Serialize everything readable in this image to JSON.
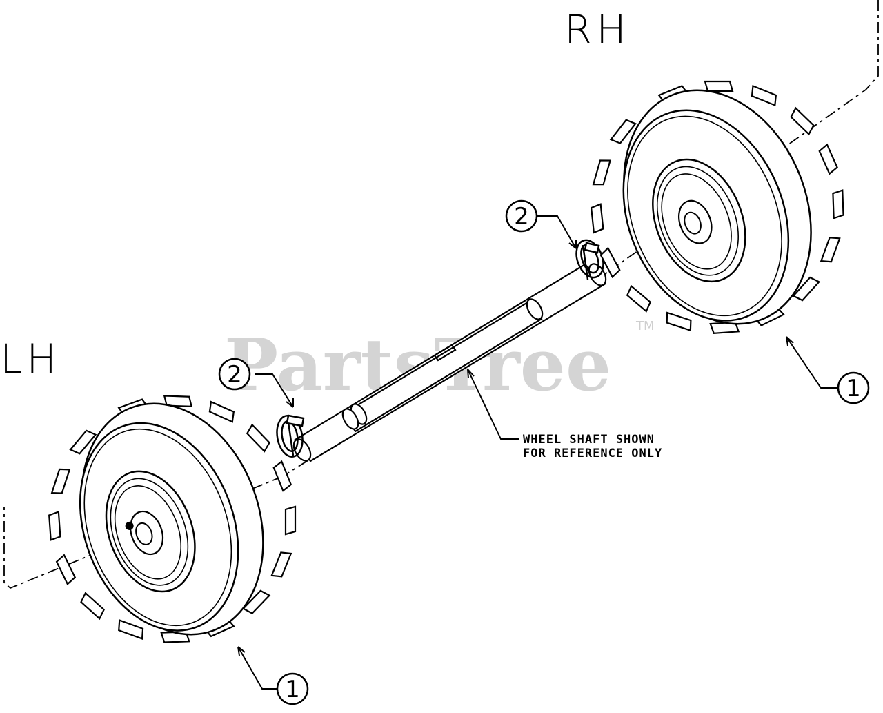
{
  "labels": {
    "right_side": "RH",
    "left_side": "LH"
  },
  "callouts": {
    "wheel_rh": "1",
    "wheel_lh": "1",
    "pin_rh": "2",
    "pin_lh": "2"
  },
  "note": {
    "line1": "WHEEL SHAFT SHOWN",
    "line2": "FOR REFERENCE ONLY"
  },
  "watermark": {
    "text": "PartsTree",
    "trademark": "TM"
  },
  "colors": {
    "line": "#000000",
    "watermark": "#d4d4d4",
    "background": "#ffffff"
  }
}
